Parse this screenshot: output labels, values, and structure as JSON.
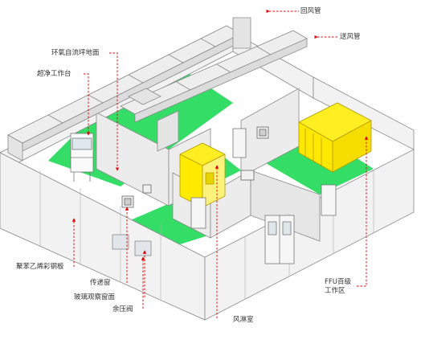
{
  "labels": {
    "return_duct": "回风管",
    "supply_duct": "送风管",
    "epoxy_floor": "环氧自流坪地面",
    "clean_bench": "超净工作台",
    "color_steel_panel": "聚苯乙烯彩钢板",
    "pass_box": "传递窗",
    "observation_window": "玻璃观察窗面",
    "pressure_valve": "余压阀",
    "air_shower": "风淋室",
    "ffu_line1": "FFU百级",
    "ffu_line2": "工作区"
  },
  "colors": {
    "floor_green": "#33dd66",
    "wall_fill": "#f2f2f2",
    "wall_line": "#8a8a8a",
    "duct_fill": "#eeeeee",
    "yellow_zone": "#ffee22",
    "pointer_red": "#e60000"
  }
}
